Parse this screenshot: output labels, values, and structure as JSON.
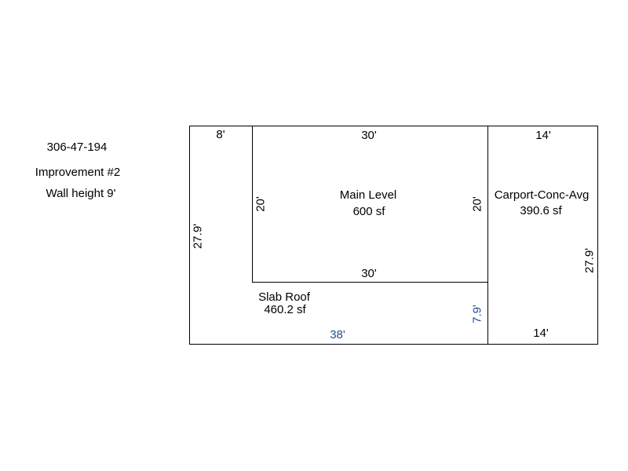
{
  "header": {
    "parcel_id": "306-47-194",
    "improvement": "Improvement #2",
    "wall_height": "Wall height 9'"
  },
  "areas": {
    "main_level": {
      "name": "Main Level",
      "area": "600 sf"
    },
    "carport": {
      "name": "Carport-Conc-Avg",
      "area": "390.6 sf"
    },
    "slab_roof": {
      "name": "Slab Roof",
      "area": "460.2 sf"
    }
  },
  "dimensions": {
    "left_top": "8'",
    "main_top": "30'",
    "main_bottom": "30'",
    "main_left": "20'",
    "main_right": "20'",
    "left_side": "27.9'",
    "carport_top": "14'",
    "carport_bottom": "14'",
    "carport_right": "27.9'",
    "slab_bottom": "38'",
    "slab_right": "7.9'"
  },
  "colors": {
    "line": "#000000",
    "dimension_highlight": "#1f4f8f"
  }
}
